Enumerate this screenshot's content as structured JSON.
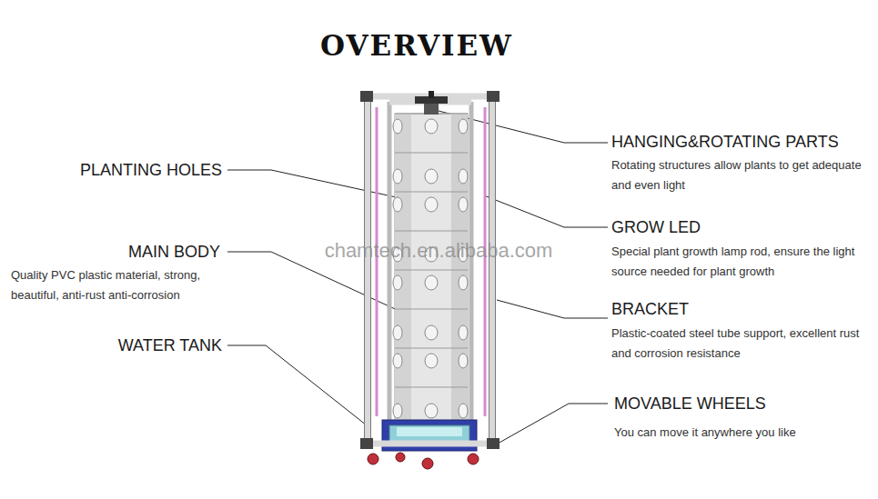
{
  "diagram": {
    "title": "OVERVIEW",
    "labels": [
      "PLANTING HOLES",
      "MAIN BODY",
      "Quality PVC plastic material, strong, beautiful, anti-rust anti-corrosion",
      "WATER TANK",
      "HANGING&ROTATING PARTS",
      "Rotating structures allow plants to get adequate and even light",
      "GROW LED",
      "Special plant growth lamp rod, ensure the light source needed for plant growth",
      "BRACKET",
      "Plastic-coated steel tube support, excellent rust and corrosion resistance",
      "MOVABLE WHEELS",
      "You can move it anywhere you like",
      "chamtech.en.alibaba.com"
    ]
  }
}
